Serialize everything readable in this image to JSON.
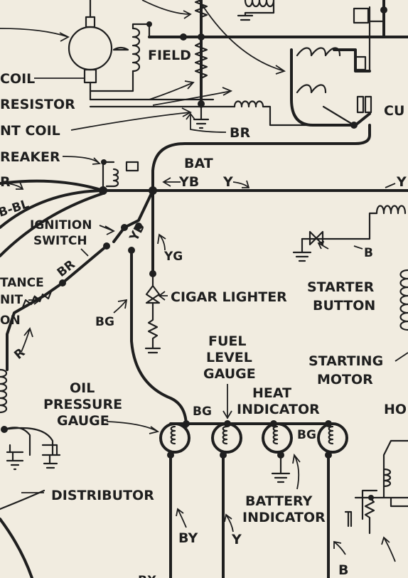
{
  "labels": {
    "field": "FIELD",
    "coil": "COIL",
    "resistor": "RESISTOR",
    "shunt_coil": "NT COIL",
    "breaker": "REAKER",
    "bat": "BAT",
    "yb_bat": "YB",
    "y_bat": "Y",
    "y_right": "Y",
    "br_reg": "BR",
    "cu": "CU",
    "r_left": "R",
    "b_bl": "B-BL",
    "ignition_switch_1": "IGNITION",
    "ignition_switch_2": "SWITCH",
    "yb_sw": "YB",
    "yg": "YG",
    "br_sw": "BR",
    "resistance_unit_1": "TANCE",
    "resistance_unit_2": "NIT",
    "ion": "ON",
    "r_dist": "R",
    "bg_sw": "BG",
    "cigar_lighter": "CIGAR LIGHTER",
    "starter_button_1": "STARTER",
    "starter_button_2": "BUTTON",
    "b_starter": "B",
    "starting_motor_1": "STARTING",
    "starting_motor_2": "MOTOR",
    "fuel_gauge_1": "FUEL",
    "fuel_gauge_2": "LEVEL",
    "fuel_gauge_3": "GAUGE",
    "heat_indicator_1": "HEAT",
    "heat_indicator_2": "INDICATOR",
    "ho": "HO",
    "oil_gauge_1": "OIL",
    "oil_gauge_2": "PRESSURE",
    "oil_gauge_3": "GAUGE",
    "bg_gauges": "BG",
    "bg_heat": "BG",
    "battery_indicator_1": "BATTERY",
    "battery_indicator_2": "INDICATOR",
    "distributor": "DISTRIBUTOR",
    "by": "BY",
    "y_bottom": "Y",
    "b_bottom": "B",
    "bx_cut": "BX"
  }
}
